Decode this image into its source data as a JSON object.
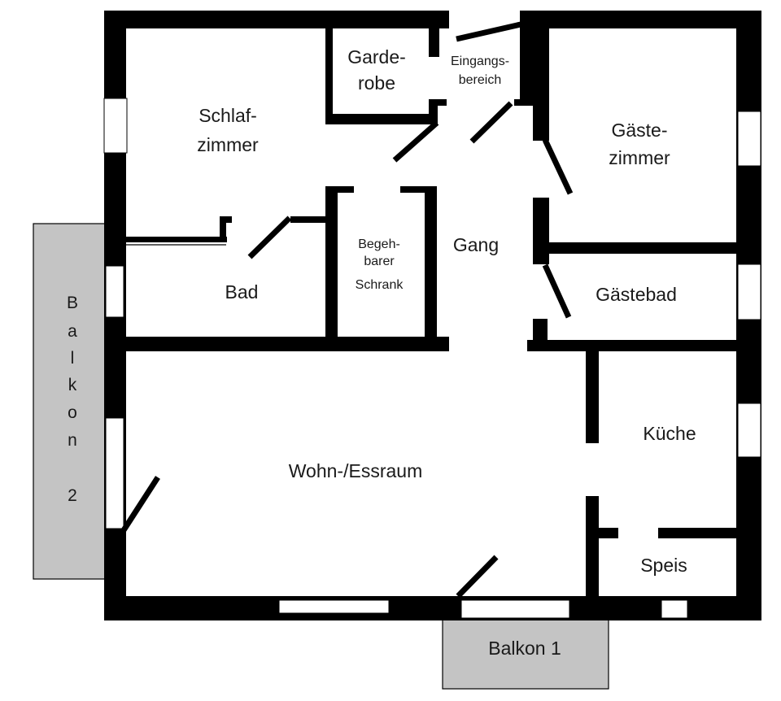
{
  "plan": {
    "type": "floor-plan",
    "colors": {
      "wall": "#000000",
      "balcony": "#c4c4c4",
      "background": "#ffffff",
      "text": "#1a1a1a"
    },
    "rooms": {
      "schlafzimmer": {
        "line1": "Schlaf-",
        "line2": "zimmer"
      },
      "garderobe": {
        "line1": "Garde-",
        "line2": "robe"
      },
      "eingang": {
        "line1": "Eingangs-",
        "line2": "bereich"
      },
      "gaestezimmer": {
        "line1": "Gäste-",
        "line2": "zimmer"
      },
      "bad": {
        "label": "Bad"
      },
      "schrank": {
        "line1": "Begeh-",
        "line2": "barer",
        "line3": "Schrank"
      },
      "gang": {
        "label": "Gang"
      },
      "gaestebad": {
        "label": "Gästebad"
      },
      "wohn": {
        "label": "Wohn-/Essraum"
      },
      "kueche": {
        "label": "Küche"
      },
      "speis": {
        "label": "Speis"
      }
    },
    "balconies": {
      "balkon1": {
        "label": "Balkon 1"
      },
      "balkon2": {
        "letters": [
          "B",
          "a",
          "l",
          "k",
          "o",
          "n",
          "",
          "2"
        ]
      }
    }
  }
}
